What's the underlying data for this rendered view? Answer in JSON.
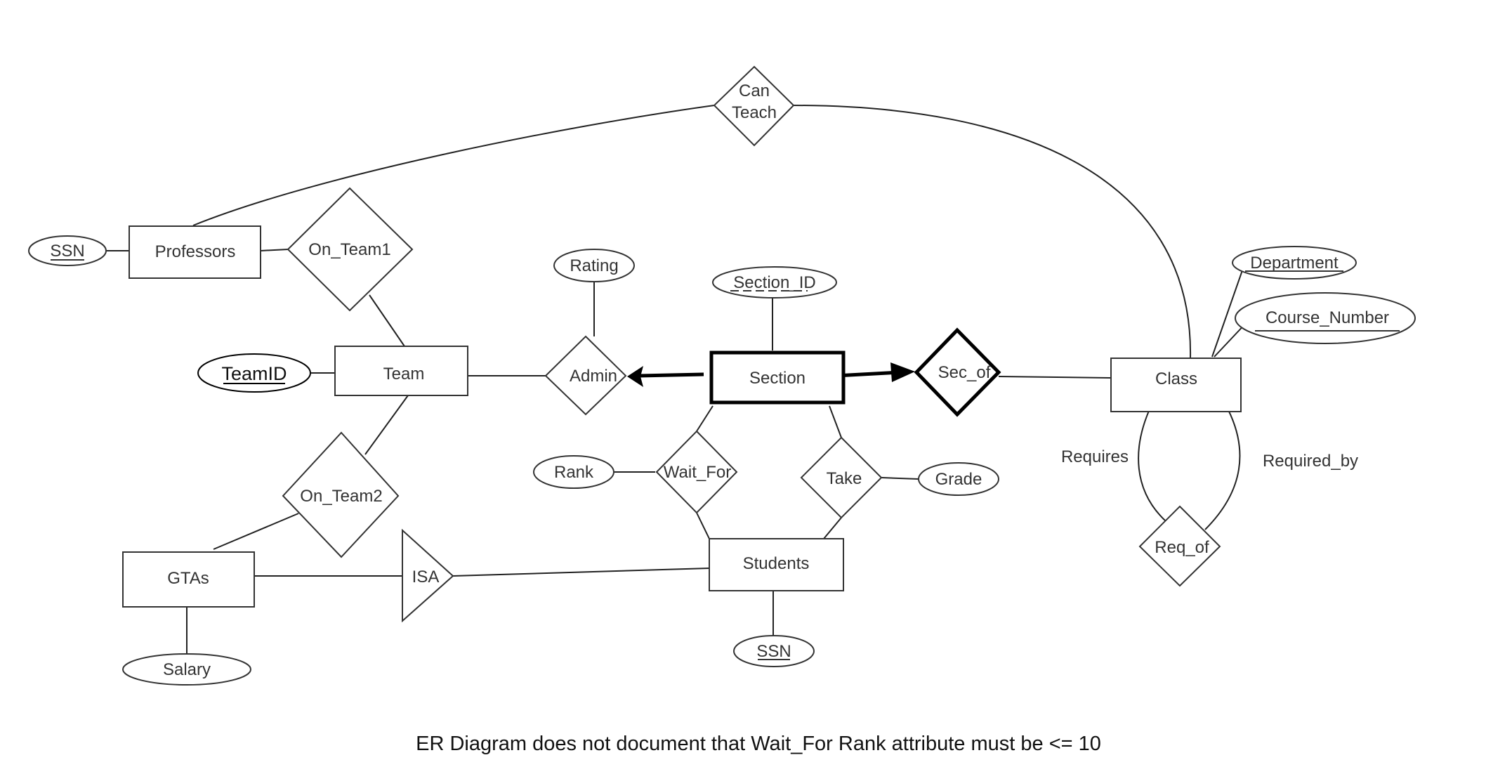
{
  "diagram": {
    "type": "er-diagram",
    "entities": [
      {
        "id": "professors",
        "label": "Professors",
        "weak": false
      },
      {
        "id": "team",
        "label": "Team",
        "weak": false
      },
      {
        "id": "gtas",
        "label": "GTAs",
        "weak": false
      },
      {
        "id": "section",
        "label": "Section",
        "weak": true
      },
      {
        "id": "students",
        "label": "Students",
        "weak": false
      },
      {
        "id": "class",
        "label": "Class",
        "weak": false
      }
    ],
    "relationships": [
      {
        "id": "can_teach",
        "label_line1": "Can",
        "label_line2": "Teach",
        "identifying": false
      },
      {
        "id": "on_team1",
        "label": "On_Team1",
        "identifying": false
      },
      {
        "id": "on_team2",
        "label": "On_Team2",
        "identifying": false
      },
      {
        "id": "admin",
        "label": "Admin",
        "identifying": false
      },
      {
        "id": "sec_of",
        "label": "Sec_of",
        "identifying": true
      },
      {
        "id": "wait_for",
        "label": "Wait_For",
        "identifying": false
      },
      {
        "id": "take",
        "label": "Take",
        "identifying": false
      },
      {
        "id": "req_of",
        "label": "Req_of",
        "identifying": false
      }
    ],
    "attributes": [
      {
        "id": "prof_ssn",
        "label": "SSN",
        "key": "primary",
        "of": "Professors"
      },
      {
        "id": "teamid",
        "label": "TeamID",
        "key": "primary",
        "of": "Team"
      },
      {
        "id": "rating",
        "label": "Rating",
        "key": "none",
        "of": "Admin"
      },
      {
        "id": "section_id",
        "label": "Section_ID",
        "key": "partial",
        "of": "Section"
      },
      {
        "id": "department",
        "label": "Department",
        "key": "primary",
        "of": "Class"
      },
      {
        "id": "course_number",
        "label": "Course_Number",
        "key": "primary",
        "of": "Class"
      },
      {
        "id": "rank",
        "label": "Rank",
        "key": "none",
        "of": "Wait_For"
      },
      {
        "id": "grade",
        "label": "Grade",
        "key": "none",
        "of": "Take"
      },
      {
        "id": "student_ssn",
        "label": "SSN",
        "key": "primary",
        "of": "Students"
      },
      {
        "id": "salary",
        "label": "Salary",
        "key": "none",
        "of": "GTAs"
      }
    ],
    "isa": {
      "label": "ISA",
      "sub": "GTAs",
      "super": "Students"
    },
    "roles": {
      "requires": "Requires",
      "required_by": "Required_by"
    },
    "edges": [
      {
        "from": "Professors",
        "to": "Can Teach"
      },
      {
        "from": "Can Teach",
        "to": "Class"
      },
      {
        "from": "Professors",
        "to": "On_Team1"
      },
      {
        "from": "On_Team1",
        "to": "Team"
      },
      {
        "from": "Team",
        "to": "On_Team2"
      },
      {
        "from": "On_Team2",
        "to": "GTAs"
      },
      {
        "from": "Team",
        "to": "Admin"
      },
      {
        "from": "Section",
        "to": "Admin",
        "style": "bold-arrow"
      },
      {
        "from": "Section",
        "to": "Sec_of",
        "style": "bold-arrow"
      },
      {
        "from": "Sec_of",
        "to": "Class"
      },
      {
        "from": "Section",
        "to": "Wait_For"
      },
      {
        "from": "Wait_For",
        "to": "Students"
      },
      {
        "from": "Section",
        "to": "Take"
      },
      {
        "from": "Take",
        "to": "Students"
      },
      {
        "from": "GTAs",
        "to": "ISA"
      },
      {
        "from": "ISA",
        "to": "Students"
      },
      {
        "from": "Class",
        "to": "Req_of",
        "role": "Requires"
      },
      {
        "from": "Class",
        "to": "Req_of",
        "role": "Required_by"
      }
    ]
  },
  "caption": "ER Diagram does not document that Wait_For Rank attribute must be <= 10"
}
